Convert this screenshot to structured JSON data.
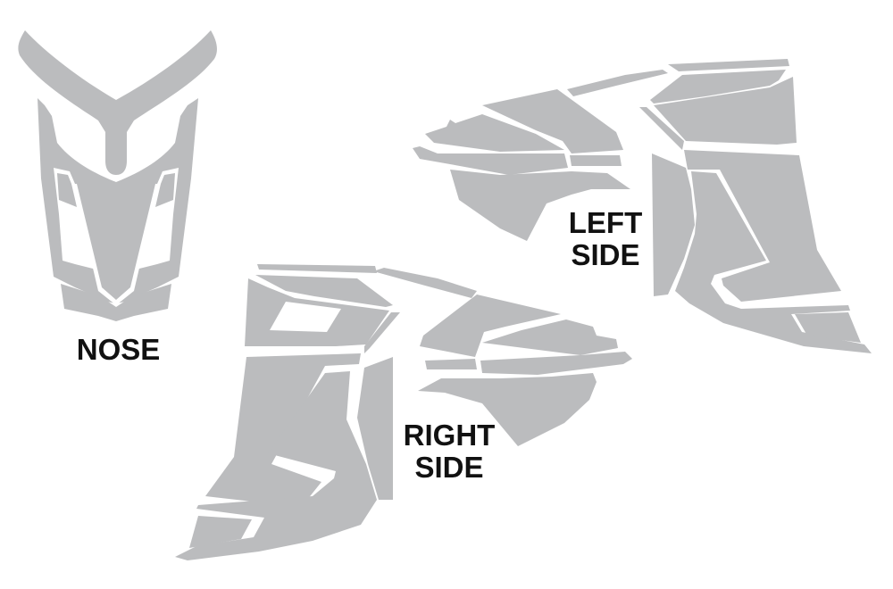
{
  "sheet": {
    "background": "#ffffff",
    "panel_color": "#bbbcbe",
    "label_color": "#111111"
  },
  "groups": {
    "nose": {
      "label": "NOSE",
      "panel_count": 6
    },
    "left_side": {
      "label_line1": "LEFT",
      "label_line2": "SIDE",
      "panel_count": 14
    },
    "right_side": {
      "label_line1": "RIGHT",
      "label_line2": "SIDE",
      "panel_count": 14
    }
  }
}
